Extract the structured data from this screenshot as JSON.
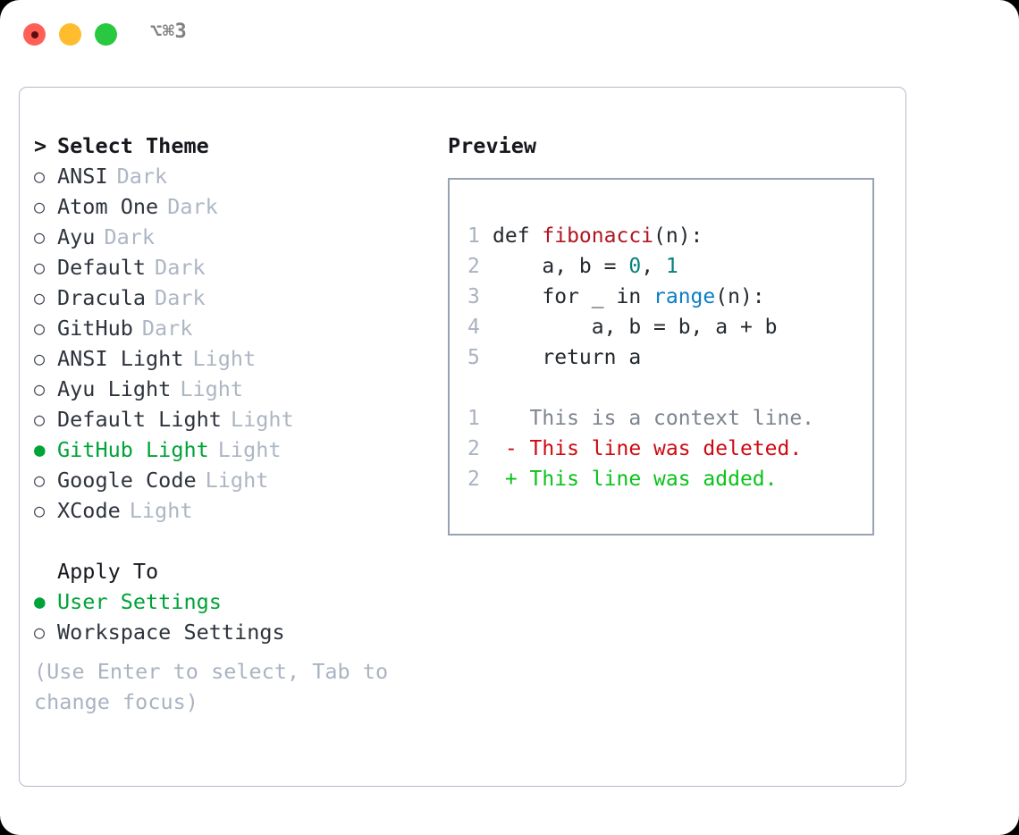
{
  "titlebar": {
    "shortcut": "⌥⌘3",
    "buttons": [
      {
        "name": "close",
        "color": "#ff5f57"
      },
      {
        "name": "minimize",
        "color": "#febc2e"
      },
      {
        "name": "maximize",
        "color": "#28c840"
      }
    ]
  },
  "theme_picker": {
    "header_caret": ">",
    "header": "Select Theme",
    "bullet_unselected": "○",
    "bullet_selected": "●",
    "items": [
      {
        "name": "ANSI",
        "tag": "Dark",
        "selected": false
      },
      {
        "name": "Atom One",
        "tag": "Dark",
        "selected": false
      },
      {
        "name": "Ayu",
        "tag": "Dark",
        "selected": false
      },
      {
        "name": "Default",
        "tag": "Dark",
        "selected": false
      },
      {
        "name": "Dracula",
        "tag": "Dark",
        "selected": false
      },
      {
        "name": "GitHub",
        "tag": "Dark",
        "selected": false
      },
      {
        "name": "ANSI Light",
        "tag": "Light",
        "selected": false
      },
      {
        "name": "Ayu Light",
        "tag": "Light",
        "selected": false
      },
      {
        "name": "Default Light",
        "tag": "Light",
        "selected": false
      },
      {
        "name": "GitHub Light",
        "tag": "Light",
        "selected": true
      },
      {
        "name": "Google Code",
        "tag": "Light",
        "selected": false
      },
      {
        "name": "XCode",
        "tag": "Light",
        "selected": false
      }
    ]
  },
  "apply_to": {
    "header": "Apply To",
    "options": [
      {
        "label": "User Settings",
        "selected": true
      },
      {
        "label": "Workspace Settings",
        "selected": false
      }
    ]
  },
  "hint": "(Use Enter to select, Tab to change focus)",
  "preview": {
    "title": "Preview",
    "code": [
      {
        "num": "1",
        "segments": [
          {
            "t": "def ",
            "c": "plain"
          },
          {
            "t": "fibonacci",
            "c": "fn"
          },
          {
            "t": "(n):",
            "c": "plain"
          }
        ]
      },
      {
        "num": "2",
        "segments": [
          {
            "t": "    a, b = ",
            "c": "plain"
          },
          {
            "t": "0",
            "c": "num"
          },
          {
            "t": ", ",
            "c": "plain"
          },
          {
            "t": "1",
            "c": "num"
          }
        ]
      },
      {
        "num": "3",
        "segments": [
          {
            "t": "    for _ in ",
            "c": "plain"
          },
          {
            "t": "range",
            "c": "call"
          },
          {
            "t": "(n):",
            "c": "plain"
          }
        ]
      },
      {
        "num": "4",
        "segments": [
          {
            "t": "        a, b = b, a + b",
            "c": "plain"
          }
        ]
      },
      {
        "num": "5",
        "segments": [
          {
            "t": "    return a",
            "c": "plain"
          }
        ]
      }
    ],
    "diff": [
      {
        "num": "1",
        "sign": " ",
        "text": "This is a context line.",
        "kind": "ctx"
      },
      {
        "num": "2",
        "sign": "-",
        "text": "This line was deleted.",
        "kind": "del"
      },
      {
        "num": "2",
        "sign": "+",
        "text": "This line was added.",
        "kind": "add"
      }
    ]
  },
  "colors": {
    "selected_green": "#00a338",
    "diff_delete": "#cc0a12",
    "diff_add": "#0ac21a",
    "function_red": "#b01621",
    "number_teal": "#07807f",
    "call_blue": "#0b7dc4",
    "muted_tag": "#adb6c4",
    "panel_border": "#b3bcc9",
    "preview_border": "#98a2b3"
  }
}
